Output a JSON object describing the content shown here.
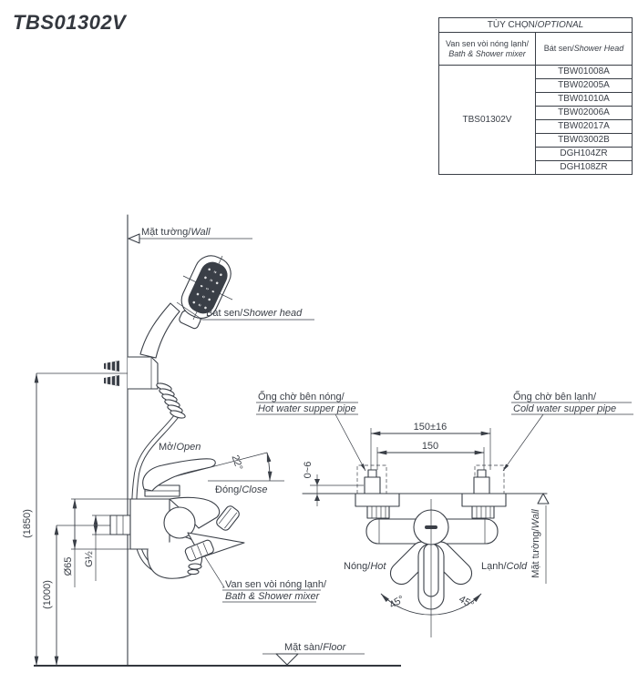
{
  "title": "TBS01302V",
  "colors": {
    "line": "#3a3f47",
    "text": "#3a3f47",
    "background": "#ffffff"
  },
  "table": {
    "header": {
      "vi": "TÙY CHỌN/",
      "en": "OPTIONAL"
    },
    "col_mixer": {
      "vi": "Van sen vòi nóng lạnh/",
      "en": "Bath & Shower mixer"
    },
    "col_shower": {
      "vi": "Bát sen/",
      "en": "Shower Head"
    },
    "mixer_model": "TBS01302V",
    "shower_heads": [
      "TBW01008A",
      "TBW02005A",
      "TBW01010A",
      "TBW02006A",
      "TBW02017A",
      "TBW03002B",
      "DGH104ZR",
      "DGH108ZR"
    ]
  },
  "side_view": {
    "wall": {
      "vi": "Mặt tường/",
      "en": "Wall"
    },
    "shower_head": {
      "vi": "Bát sen/",
      "en": "Shower head"
    },
    "open": {
      "vi": "Mở/",
      "en": "Open"
    },
    "close": {
      "vi": "Đóng/",
      "en": "Close"
    },
    "angle": "22°",
    "mixer_line1": "Van sen vòi nóng lạnh/",
    "mixer_line2": "Bath & Shower mixer",
    "dims": {
      "height_total": "(1850)",
      "height_outlet": "(1000)",
      "flange": "Ø65",
      "thread": "G½"
    },
    "floor": {
      "vi": "Mặt sàn/",
      "en": "Floor"
    }
  },
  "front_view": {
    "hot_pipe_line1": "Ống chờ bên nóng/",
    "hot_pipe_line2": "Hot water supper pipe",
    "cold_pipe_line1": "Ống chờ bên lạnh/",
    "cold_pipe_line2": "Cold water supper pipe",
    "dims": {
      "spacing_tol": "150±16",
      "spacing": "150",
      "wall_gap": "0~6"
    },
    "hot": {
      "vi": "Nóng/",
      "en": "Hot"
    },
    "cold": {
      "vi": "Lạnh/",
      "en": "Cold"
    },
    "angle_left": "45°",
    "angle_right": "45°",
    "wall": {
      "vi": "Mặt tường/",
      "en": "Wall"
    }
  }
}
